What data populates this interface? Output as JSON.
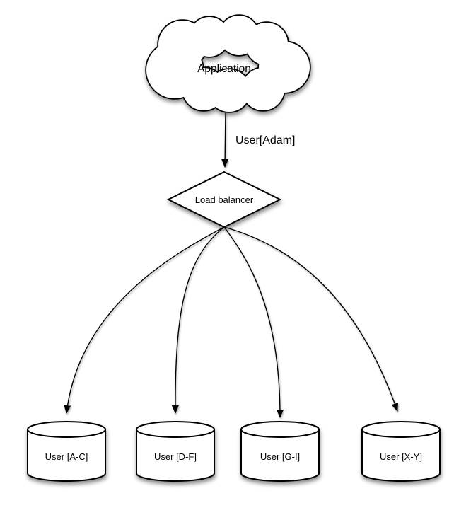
{
  "diagram": {
    "background_color": "#ffffff",
    "stroke_color": "#000000",
    "node_fill_color": "#ffffff",
    "application": {
      "type": "cloud",
      "label": "Application"
    },
    "request_edge": {
      "label": "User[Adam]"
    },
    "load_balancer": {
      "type": "diamond",
      "label": "Load balancer"
    },
    "shards": [
      {
        "type": "database-cylinder",
        "label": "User [A-C]"
      },
      {
        "type": "database-cylinder",
        "label": "User [D-F]"
      },
      {
        "type": "database-cylinder",
        "label": "User [G-I]"
      },
      {
        "type": "database-cylinder",
        "label": "User [X-Y]"
      }
    ]
  }
}
